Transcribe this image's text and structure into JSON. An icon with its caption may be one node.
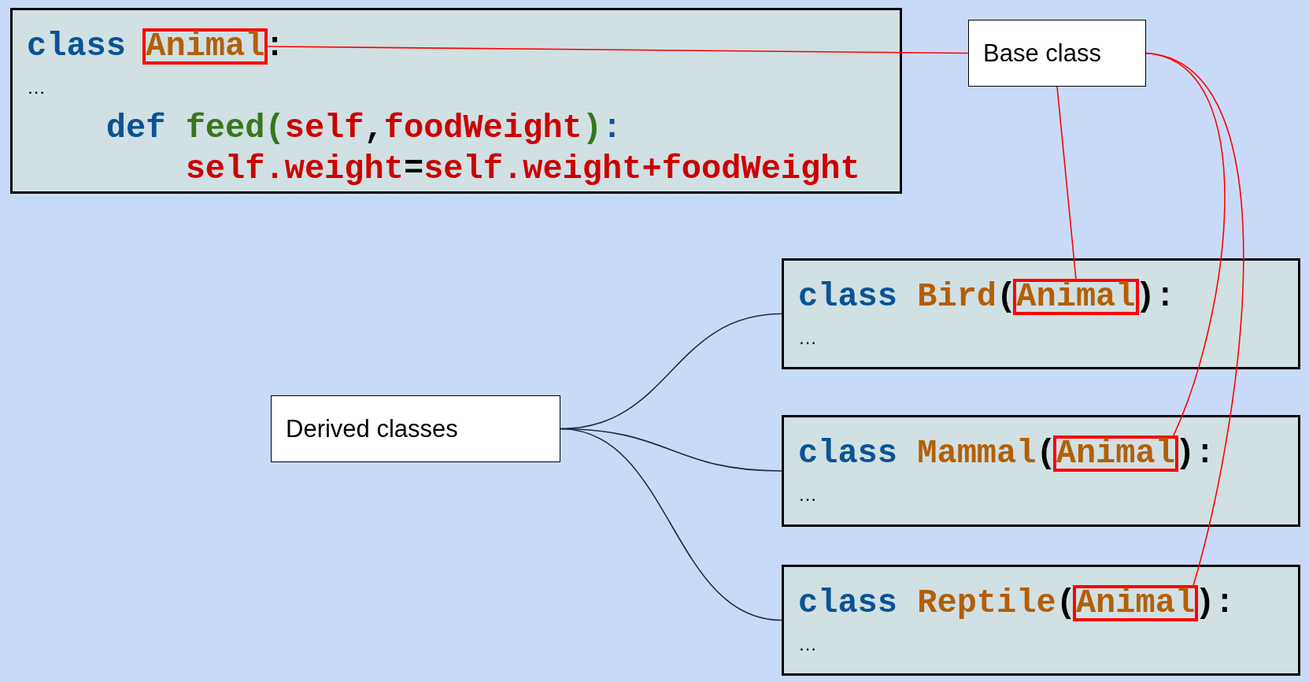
{
  "diagram": {
    "nodes": [
      {
        "text": [
          "class",
          ":",
          "…",
          "def feed(self,foodWeight):",
          "self.weight=self.weight+foodWeight"
        ]
      },
      {
        "text": [
          "Animal"
        ],
        "in": 0
      },
      {
        "text": [
          "Base class"
        ]
      },
      {
        "text": [
          "class Bird(",
          "):",
          "…"
        ]
      },
      {
        "text": [
          "Animal"
        ],
        "in": 3
      },
      {
        "text": [
          "Derived classes"
        ]
      },
      {
        "text": [
          "class Mammal(",
          "):",
          "…"
        ]
      },
      {
        "text": [
          "Animal"
        ],
        "in": 6
      },
      {
        "text": [
          "class Reptile(",
          "):",
          "…"
        ]
      },
      {
        "text": [
          "Animal"
        ],
        "in": 8
      }
    ],
    "edges": [
      {
        "from": 2,
        "to": 1,
        "arrow": "none"
      },
      {
        "from": 2,
        "to": 4,
        "arrow": "none"
      },
      {
        "from": 2,
        "to": 7,
        "arrow": "none"
      },
      {
        "from": 2,
        "to": 9,
        "arrow": "none"
      },
      {
        "from": 5,
        "to": 3,
        "arrow": "none",
        "color": "#1f2a44"
      },
      {
        "from": 5,
        "to": 6,
        "arrow": "none",
        "color": "#1f2a44"
      },
      {
        "from": 5,
        "to": 8,
        "arrow": "none",
        "color": "#1f2a44"
      }
    ]
  }
}
